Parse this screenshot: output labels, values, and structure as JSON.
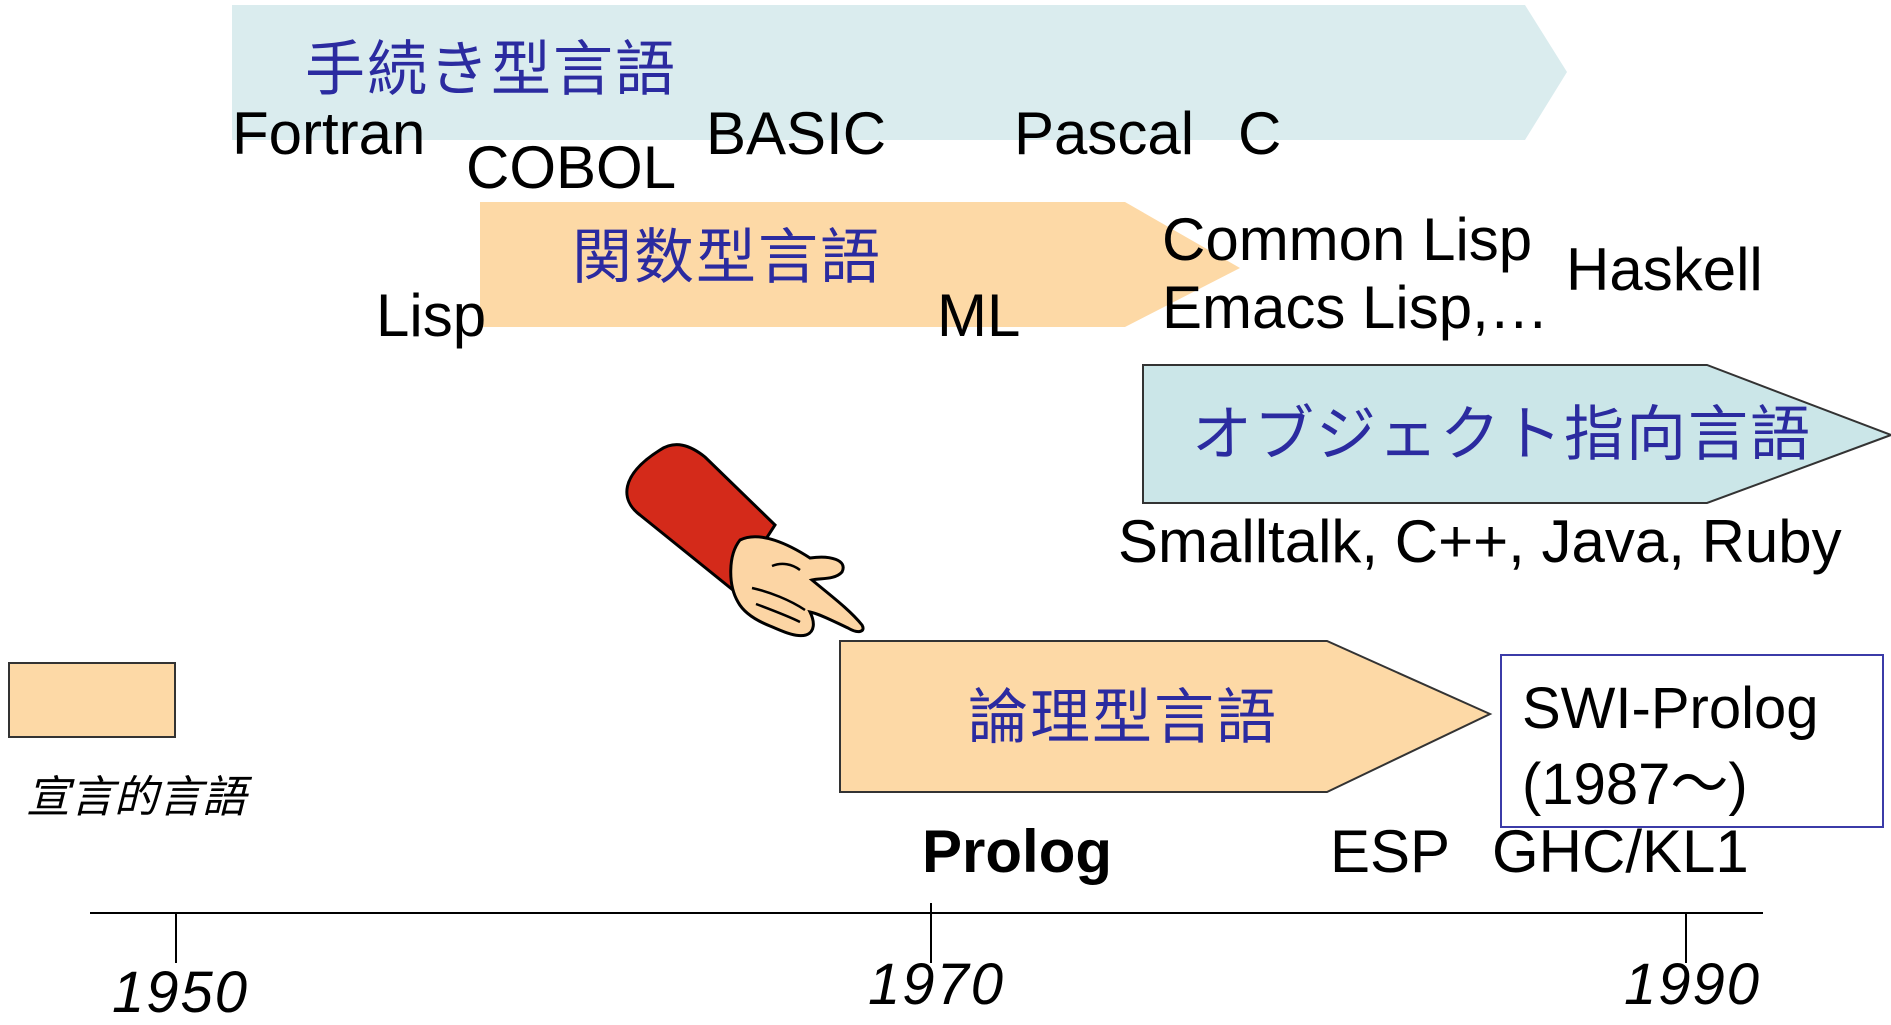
{
  "paradigms": {
    "procedural": {
      "label": "手続き型言語",
      "color": "#daecee"
    },
    "functional": {
      "label": "関数型言語",
      "color": "#fdd9a6"
    },
    "object_oriented": {
      "label": "オブジェクト指向言語",
      "color": "#cbe6e8"
    },
    "logic": {
      "label": "論理型言語",
      "color": "#fdd9a6"
    }
  },
  "languages": {
    "fortran": "Fortran",
    "cobol": "COBOL",
    "basic": "BASIC",
    "pascal": "Pascal",
    "c": "C",
    "lisp": "Lisp",
    "ml": "ML",
    "common_lisp": "Common Lisp",
    "emacs_lisp": "Emacs Lisp,…",
    "haskell": "Haskell",
    "oo_list": "Smalltalk, C++, Java, Ruby",
    "prolog": "Prolog",
    "esp": "ESP",
    "ghc": "GHC/KL1"
  },
  "swi_box": {
    "line1": "SWI-Prolog",
    "line2": "(1987～)"
  },
  "legend": {
    "label": "宣言的言語",
    "color": "#fdd9a6"
  },
  "timeline": {
    "ticks": [
      "1950",
      "1970",
      "1990"
    ]
  },
  "colors": {
    "text_paradigm": "#2b2ba0",
    "arm": "#d42a1a",
    "hand": "#fcd5a4",
    "box_border": "#3b3ba8"
  },
  "icons": {
    "pointer": "pointing-hand-icon"
  }
}
